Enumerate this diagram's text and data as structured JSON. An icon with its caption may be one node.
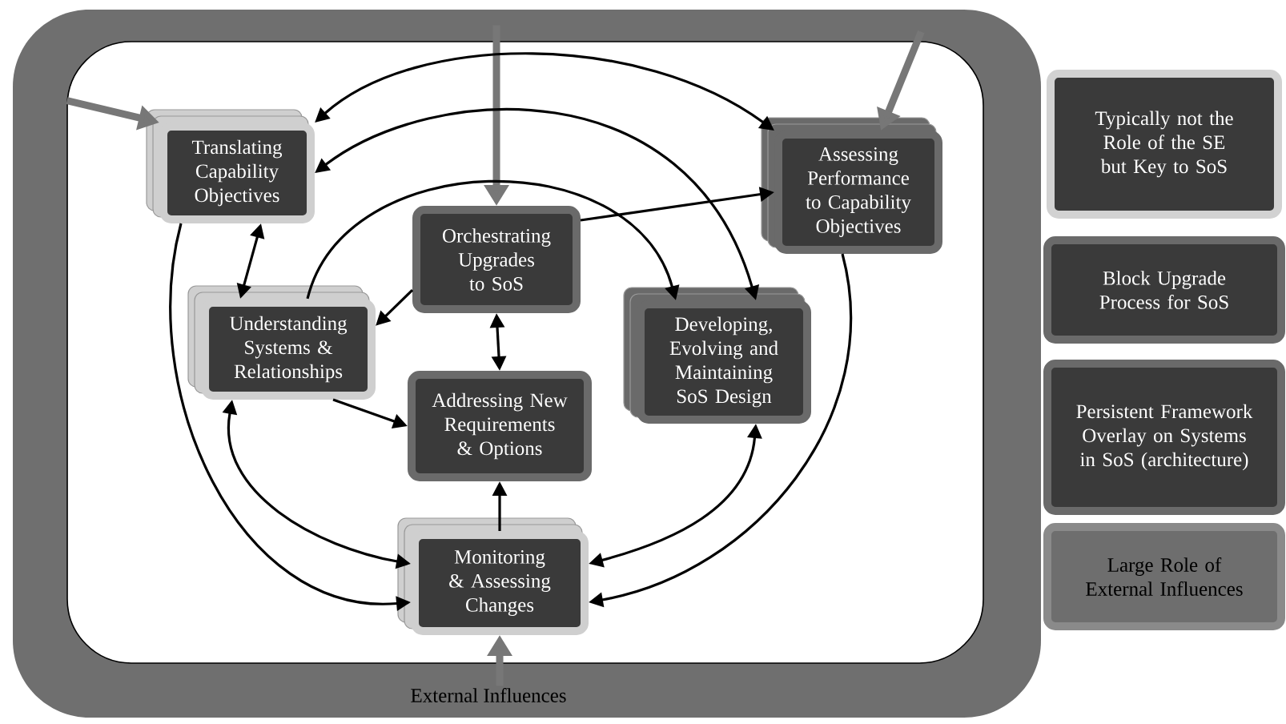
{
  "diagram": {
    "nodes": [
      {
        "text": [
          "External Influences"
        ]
      },
      {
        "text": [
          "Translating Capability Objectives"
        ],
        "in": 0
      },
      {
        "text": [
          "Assessing Performance to Capability Objectives"
        ],
        "in": 0
      },
      {
        "text": [
          "Orchestrating Upgrades to SoS"
        ],
        "in": 0
      },
      {
        "text": [
          "Understanding Systems & Relationships"
        ],
        "in": 0
      },
      {
        "text": [
          "Developing, Evolving and Maintaining SoS Design"
        ],
        "in": 0
      },
      {
        "text": [
          "Addressing New Requirements & Options"
        ],
        "in": 0
      },
      {
        "text": [
          "Monitoring & Assessing Changes"
        ],
        "in": 0
      },
      {
        "text": [
          "Typically not the Role of the SE but Key to SoS"
        ]
      },
      {
        "text": [
          "Block Upgrade Process for SoS"
        ]
      },
      {
        "text": [
          "Persistent Framework Overlay on Systems in SoS (architecture)"
        ]
      },
      {
        "text": [
          "Large Role of External Influences"
        ]
      }
    ],
    "edges": [
      {
        "from": 0,
        "to": 1,
        "arrow": "to",
        "style": "thick",
        "color": "#777777"
      },
      {
        "from": 0,
        "to": 3,
        "arrow": "to",
        "style": "thick",
        "color": "#777777"
      },
      {
        "from": 0,
        "to": 2,
        "arrow": "to",
        "style": "thick",
        "color": "#777777"
      },
      {
        "from": 0,
        "to": 7,
        "arrow": "to",
        "style": "thick",
        "color": "#777777"
      },
      {
        "from": 1,
        "to": 2,
        "arrow": "both"
      },
      {
        "from": 1,
        "to": 5,
        "arrow": "both"
      },
      {
        "from": 4,
        "to": 5,
        "arrow": "to"
      },
      {
        "from": 3,
        "to": 2,
        "arrow": "to"
      },
      {
        "from": 3,
        "to": 4,
        "arrow": "to"
      },
      {
        "from": 3,
        "to": 6,
        "arrow": "both"
      },
      {
        "from": 1,
        "to": 4,
        "arrow": "both"
      },
      {
        "from": 4,
        "to": 6,
        "arrow": "to"
      },
      {
        "from": 7,
        "to": 6,
        "arrow": "to"
      },
      {
        "from": 4,
        "to": 7,
        "arrow": "both"
      },
      {
        "from": 1,
        "to": 7,
        "arrow": "to"
      },
      {
        "from": 5,
        "to": 7,
        "arrow": "both"
      },
      {
        "from": 2,
        "to": 7,
        "arrow": "to"
      }
    ]
  }
}
